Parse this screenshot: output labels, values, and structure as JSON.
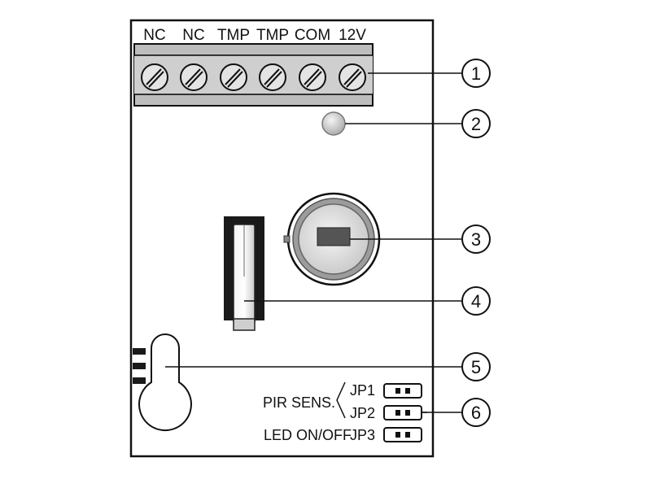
{
  "terminals": [
    "NC",
    "NC",
    "TMP",
    "TMP",
    "COM",
    "12V"
  ],
  "callouts": [
    "1",
    "2",
    "3",
    "4",
    "5",
    "6"
  ],
  "jumpers": {
    "pir_label": "PIR SENS.",
    "led_label": "LED ON/OFF",
    "jp1": "JP1",
    "jp2": "JP2",
    "jp3": "JP3"
  },
  "colors": {
    "line": "#111111",
    "terminal_block": "#bdbdbd",
    "screw": "#d8d8d8",
    "led": "#d6d6d6",
    "sensor_ring": "#9a9a9a",
    "sensor_chip": "#555555",
    "background": "#ffffff"
  }
}
